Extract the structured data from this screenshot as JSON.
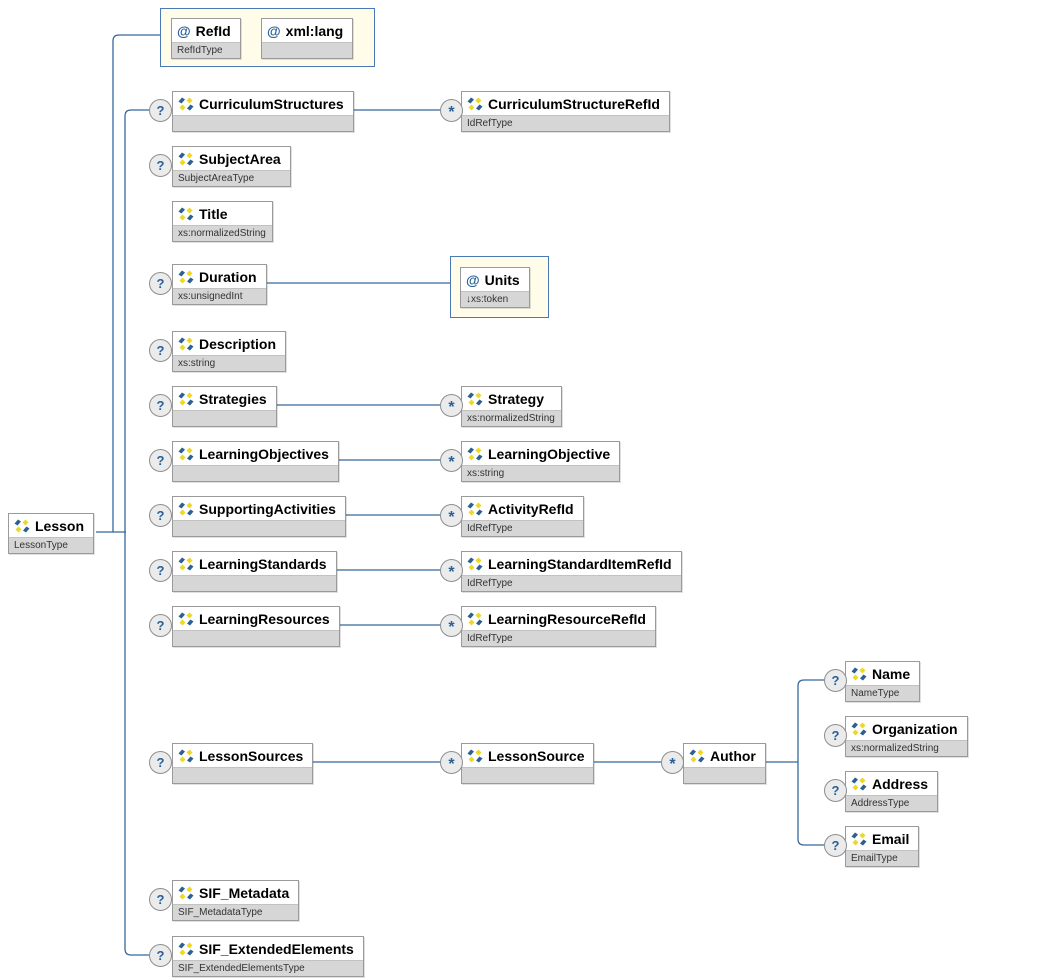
{
  "glyphs": {
    "at": "@",
    "optional": "?",
    "repeat": "*"
  },
  "colors": {
    "connector": "#34689c",
    "box_border": "#9a9a9a",
    "type_bar": "#d6d6d6",
    "attr_container_fill": "#fffdea",
    "attr_container_border": "#4a7ab5",
    "glyph_blue": "#2a6099",
    "icon_yellow": "#ecd927",
    "icon_blue": "#2d5f92"
  },
  "root": {
    "name": "Lesson",
    "type": "LessonType"
  },
  "attributes": [
    {
      "name": "RefId",
      "type": "RefIdType"
    },
    {
      "name": "xml:lang",
      "type": ""
    }
  ],
  "units": {
    "name": "Units",
    "type": "↓xs:token"
  },
  "children": [
    {
      "name": "CurriculumStructures",
      "type": "",
      "cardinality": "optional"
    },
    {
      "name": "SubjectArea",
      "type": "SubjectAreaType",
      "cardinality": "optional"
    },
    {
      "name": "Title",
      "type": "xs:normalizedString",
      "cardinality": "required"
    },
    {
      "name": "Duration",
      "type": "xs:unsignedInt",
      "cardinality": "optional"
    },
    {
      "name": "Description",
      "type": "xs:string",
      "cardinality": "optional"
    },
    {
      "name": "Strategies",
      "type": "",
      "cardinality": "optional"
    },
    {
      "name": "LearningObjectives",
      "type": "",
      "cardinality": "optional"
    },
    {
      "name": "SupportingActivities",
      "type": "",
      "cardinality": "optional"
    },
    {
      "name": "LearningStandards",
      "type": "",
      "cardinality": "optional"
    },
    {
      "name": "LearningResources",
      "type": "",
      "cardinality": "optional"
    },
    {
      "name": "LessonSources",
      "type": "",
      "cardinality": "optional"
    },
    {
      "name": "SIF_Metadata",
      "type": "SIF_MetadataType",
      "cardinality": "optional"
    },
    {
      "name": "SIF_ExtendedElements",
      "type": "SIF_ExtendedElementsType",
      "cardinality": "optional"
    }
  ],
  "grandchildren": [
    {
      "name": "CurriculumStructureRefId",
      "type": "IdRefType",
      "cardinality": "repeat"
    },
    {
      "name": "Strategy",
      "type": "xs:normalizedString",
      "cardinality": "repeat"
    },
    {
      "name": "LearningObjective",
      "type": "xs:string",
      "cardinality": "repeat"
    },
    {
      "name": "ActivityRefId",
      "type": "IdRefType",
      "cardinality": "repeat"
    },
    {
      "name": "LearningStandardItemRefId",
      "type": "IdRefType",
      "cardinality": "repeat"
    },
    {
      "name": "LearningResourceRefId",
      "type": "IdRefType",
      "cardinality": "repeat"
    },
    {
      "name": "LessonSource",
      "type": "",
      "cardinality": "repeat"
    },
    {
      "name": "Author",
      "type": "",
      "cardinality": "repeat"
    }
  ],
  "author_children": [
    {
      "name": "Name",
      "type": "NameType",
      "cardinality": "optional"
    },
    {
      "name": "Organization",
      "type": "xs:normalizedString",
      "cardinality": "optional"
    },
    {
      "name": "Address",
      "type": "AddressType",
      "cardinality": "optional"
    },
    {
      "name": "Email",
      "type": "EmailType",
      "cardinality": "optional"
    }
  ]
}
